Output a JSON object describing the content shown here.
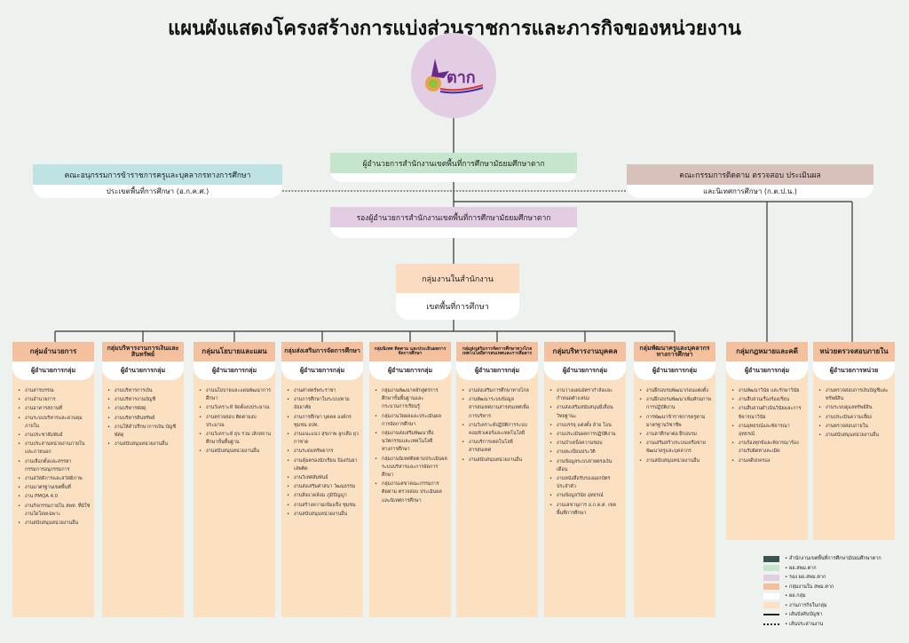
{
  "title": "แผนผังแสดงโครงสร้างการแบ่งส่วนราชการและภารกิจของหน่วยงาน",
  "logo_text": "ตาก",
  "director": {
    "title": "ผู้อำนวยการสำนักงานเขตพื้นที่การศึกษามัธยมศึกษาตาก"
  },
  "deputy": {
    "title": "รองผู้อำนวยการสำนักงานเขตพื้นที่การศึกษามัธยมศึกษาตาก"
  },
  "left_committee": {
    "line1": "คณะอนุกรรมการข้าราชการครูและบุคลากรทางการศึกษา",
    "line2": "ประเขตพื้นที่การศึกษา (อ.ก.ค.ศ.)"
  },
  "right_committee": {
    "line1": "คณะกรรมการติดตาม ตรวจสอบ ประเมินผล",
    "line2": "และนิเทศการศึกษา (ก.ต.ป.น.)"
  },
  "office_group": {
    "line1": "กลุ่มงานในสำนักงาน",
    "line2": "เขตพื้นที่การศึกษา"
  },
  "columns": [
    {
      "title": "กลุ่มอำนวยการ",
      "head": "ผู้อำนวยการกลุ่ม",
      "items": [
        "งานสารบรรณ",
        "งานอำนวยการ",
        "งานอาคารสถานที่",
        "งานระบบบริหารและควบคุมภายใน",
        "งานประชาสัมพันธ์",
        "งานประสานหน่วยงานภายในและภายนอก",
        "งานเลือกตั้งและสรรหากรรมการอนุกรรมการ",
        "งานสวัสดิการและสวัสดิภาพ",
        "งานมาตรฐานเขตพื้นที่",
        "งาน PMQA 4.0",
        "งานกิจกรรมภายใน สพท. ที่มิใช่งานใดโดยเฉพาะ",
        "งานสนับสนุนหน่วยงานอื่น"
      ]
    },
    {
      "title": "กลุ่มบริหารงานการเงินและสินทรัพย์",
      "head": "ผู้อำนวยการกลุ่ม",
      "items": [
        "งานบริหารการเงิน",
        "งานบริหารงานบัญชี",
        "งานบริหารพัสดุ",
        "งานบริหารสินทรัพย์",
        "งานให้คำปรึกษาการเงิน บัญชี พัสดุ",
        "งานสนับสนุนหน่วยงานอื่น"
      ]
    },
    {
      "title": "กลุ่มนโยบายและแผน",
      "head": "ผู้อำนวยการกลุ่ม",
      "items": [
        "งานนโยบายและแผนพัฒนาการศึกษา",
        "งานวิเคราะห์ จัดตั้งงบประมาณ",
        "งานตรวจสอบ ติดตามงบประมาณ",
        "งานวิเคราะห์ ยุบ รวม เลิกสถานศึกษาขั้นพื้นฐาน",
        "งานสนับสนุนหน่วยงานอื่น"
      ]
    },
    {
      "title": "กลุ่มส่งเสริมการจัดการศึกษา",
      "head": "ผู้อำนวยการกลุ่ม",
      "items": [
        "งานศาสตร์พระราชา",
        "งานการศึกษาในระบบ/ตามอัธยาศัย",
        "งานการศึกษา บุคคล องค์กร ชุมชน อปท.",
        "งานแนะแนว สุขภาพ ลูกเสือ ยุวกาชาด",
        "งานระดมทรัพยากร",
        "งานคุ้มครองนักเรียน ป้องกันยาเสพติด",
        "งานวิเทศสัมพันธ์",
        "งานส่งเสริมศาสนา วัฒนธรรม",
        "งานสิ่งแวดล้อม ภูมิปัญญา",
        "งานสร้างความเข้มแข็ง ชุมชน",
        "งานสนับสนุนหน่วยงานอื่น"
      ]
    },
    {
      "title": "กลุ่มนิเทศ ติดตาม และประเมินผลการจัดการศึกษา",
      "head": "ผู้อำนวยการกลุ่ม",
      "items": [
        "กลุ่มงานพัฒนาหลักสูตรการศึกษาขั้นพื้นฐานและกระบวนการเรียนรู้",
        "กลุ่มงานวัดผลและประเมินผลการจัดการศึกษา",
        "กลุ่มงานส่งเสริมพัฒนาสื่อนวัตกรรมและเทคโนโลยีทางการศึกษา",
        "กลุ่มงานนิเทศติดตามประเมินผล ระบบบริหารและการจัดการศึกษา",
        "กลุ่มงานเลขาคณะกรรมการติดตาม ตรวจสอบ ประเมินผลและนิเทศการศึกษา"
      ]
    },
    {
      "title": "กลุ่มส่งเสริมการจัดการศึกษาทางไกลเทคโนโลยีสารสนเทศและการสื่อสาร",
      "head": "ผู้อำนวยการกลุ่ม",
      "items": [
        "งานส่งเสริมการศึกษาทางไกล",
        "งานพัฒนาระบบข้อมูลสารสนเทศงานสารสนเทศเพื่อการบริหาร",
        "งานวิเคราะห์ปฏิบัติการระบบคอมพิวเตอร์และเทคโนโลยี",
        "งานบริการเทคโนโลยีสารสนเทศ",
        "งานสนับสนุนหน่วยงานอื่น"
      ]
    },
    {
      "title": "กลุ่มบริหารงานบุคคล",
      "head": "ผู้อำนวยการกลุ่ม",
      "items": [
        "งานวางแผนอัตรากำลังและกำหนดตำแหน่ง",
        "งานส่งเสริมสนับสนุนมีเลื่อนวิทยฐานะ",
        "งานบรรจุ แต่งตั้ง ย้าย โอน",
        "งานประเมินผลการปฏิบัติงาน",
        "งานบำเหน็จความชอบ",
        "งานทะเบียนประวัติ",
        "งานข้อมูลระบบจ่ายตรงเงินเดือน",
        "งานหนังสือรับรองออกบัตรประจำตัว",
        "งานข้อมูลวินัย อุทธรณ์",
        "งานเลขานุการ อ.ก.ค.ศ. เขตพื้นที่การศึกษา"
      ]
    },
    {
      "title": "กลุ่มพัฒนาครูและบุคลากรทางการศึกษา",
      "head": "ผู้อำนวยการกลุ่ม",
      "items": [
        "งานฝึกอบรมพัฒนาก่อนแต่งตั้ง",
        "งานฝึกอบรมพัฒนาเพิ่มศักยภาพการปฏิบัติงาน",
        "การพัฒนาข้าราชการครูตามมาตรฐานวิชาชีพ",
        "งานลาศึกษาต่อ ฝึกอบรม",
        "งานเสริมสร้างระบบเครือข่ายพัฒนาครูและบุคลากร",
        "งานสนับสนุนหน่วยงานอื่น"
      ]
    },
    {
      "title": "กลุ่มกฎหมายและคดี",
      "head": "ผู้อำนวยการกลุ่ม",
      "items": [
        "งานพัฒนาวินัย และรักษาวินัย",
        "งานสืบสวนเรื่องร้องเรียน",
        "งานสืบสวนดำเนินวินัยและการพิจารณาวินัย",
        "งานอุทธรณ์และพิจารณาอุทธรณ์",
        "งานร้องทุกข์และพิจารณาร้องงานรับผิดทางละเมิด",
        "งานคดีปกครอง"
      ]
    },
    {
      "title": "หน่วยตรวจสอบภายใน",
      "head": "ผู้อำนวยการหน่วย",
      "items": [
        "งานตรวจสอบการเงินบัญชีและทรัพย์สิน",
        "งานระบบดูแลทรัพย์สิน",
        "งานประเมินความเสี่ยง",
        "งานตรวจสอบภายใน",
        "งานสนับสนุนหน่วยงานอื่น"
      ]
    }
  ],
  "legend": [
    {
      "label": "สำนักงานเขตพื้นที่การศึกษามัธยมศึกษาตาก",
      "color": "#3d5550"
    },
    {
      "label": "ผอ.สพม.ตาก",
      "color": "#c5e6cc"
    },
    {
      "label": "รอง ผอ.สพม.ตาก",
      "color": "#e3cde3"
    },
    {
      "label": "กลุ่มงานใน สพม.ตาก",
      "color": "#f5bf9c"
    },
    {
      "label": "ผอ.กลุ่ม",
      "color": "#ffffff"
    },
    {
      "label": "งานภารกิจในกลุ่ม",
      "color": "#fce0c0"
    },
    {
      "label": "เส้นบังคับบัญชา",
      "line": "solid"
    },
    {
      "label": "เส้นประสานงาน",
      "line": "dotted"
    }
  ]
}
